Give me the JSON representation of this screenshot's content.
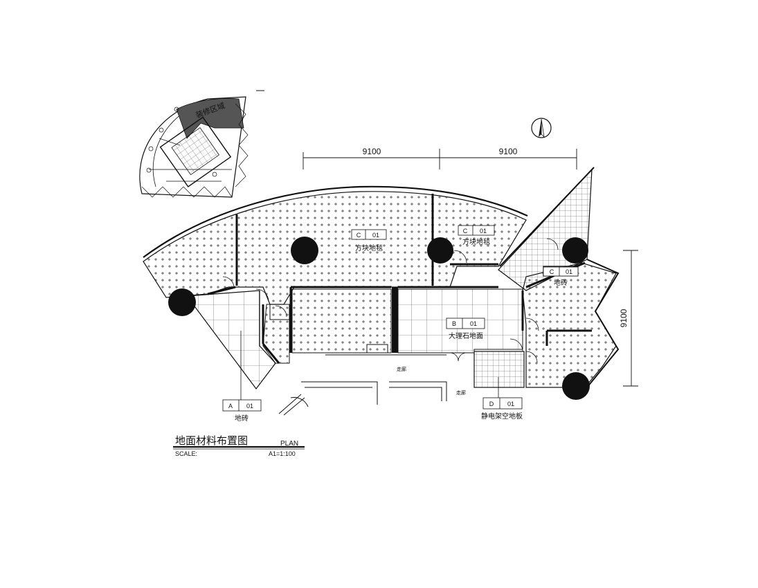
{
  "keyplan": {
    "zone_label": "装修区域"
  },
  "dimensions": {
    "top_left": "9100",
    "top_right": "9100",
    "right_vertical": "9100"
  },
  "room_tags": [
    {
      "code": "C",
      "num": "01",
      "label": "方块地毯"
    },
    {
      "code": "C",
      "num": "01",
      "label": "方块地毯"
    },
    {
      "code": "C",
      "num": "01",
      "label": "地砖"
    },
    {
      "code": "B",
      "num": "01",
      "label": "大理石地面"
    },
    {
      "code": "A",
      "num": "01",
      "label": "地砖"
    },
    {
      "code": "D",
      "num": "01",
      "label": "静电架空地板"
    }
  ],
  "corridor_labels": [
    "走廊",
    "走廊"
  ],
  "title_block": {
    "title": "地面材料布置图",
    "plan": "PLAN",
    "scale_label": "SCALE:",
    "scale_value": "A1=1:100"
  },
  "colors": {
    "line": "#111111",
    "zone_fill": "#555555",
    "column_fill": "#111111"
  }
}
